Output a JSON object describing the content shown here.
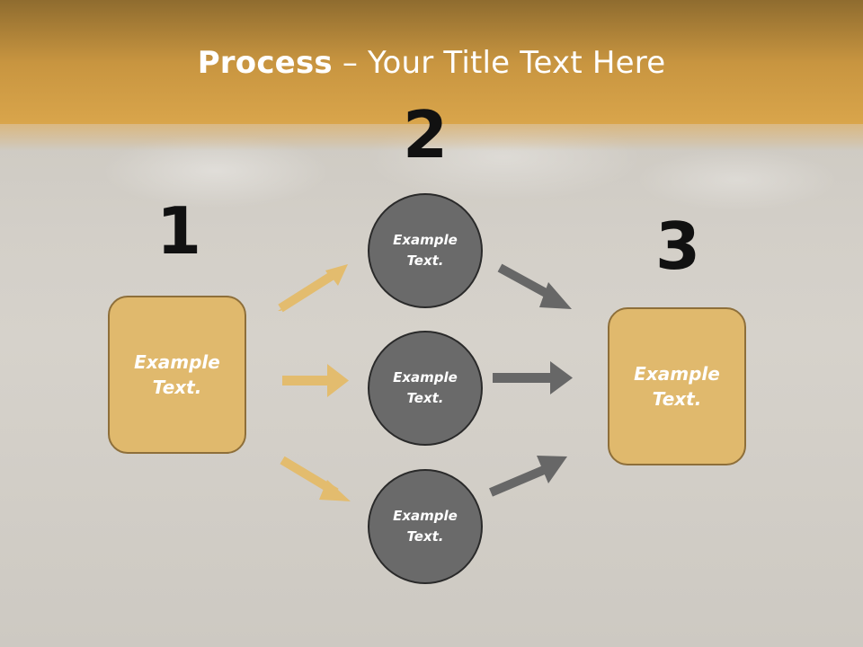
{
  "title": {
    "bold": "Process",
    "rest": " – Your Title Text Here"
  },
  "steps": [
    {
      "number": "1",
      "box": {
        "line1": "Example",
        "line2": "Text."
      }
    },
    {
      "number": "2",
      "circles": [
        {
          "line1": "Example",
          "line2": "Text."
        },
        {
          "line1": "Example",
          "line2": "Text."
        },
        {
          "line1": "Example",
          "line2": "Text."
        }
      ]
    },
    {
      "number": "3",
      "box": {
        "line1": "Example",
        "line2": "Text."
      }
    }
  ],
  "colors": {
    "header": "#d9a54b",
    "box_fill": "#e0b96d",
    "box_border": "#8e6f3a",
    "circle_fill": "#6a6a6a",
    "left_arrows": "#e3bc6e",
    "right_arrows": "#676767",
    "number_text": "#111111"
  },
  "icons": {
    "left_arrows": [
      "arrow-up-right-icon",
      "arrow-right-icon",
      "arrow-down-right-icon"
    ],
    "right_arrows": [
      "arrow-down-right-icon",
      "arrow-right-icon",
      "arrow-up-right-icon"
    ]
  }
}
